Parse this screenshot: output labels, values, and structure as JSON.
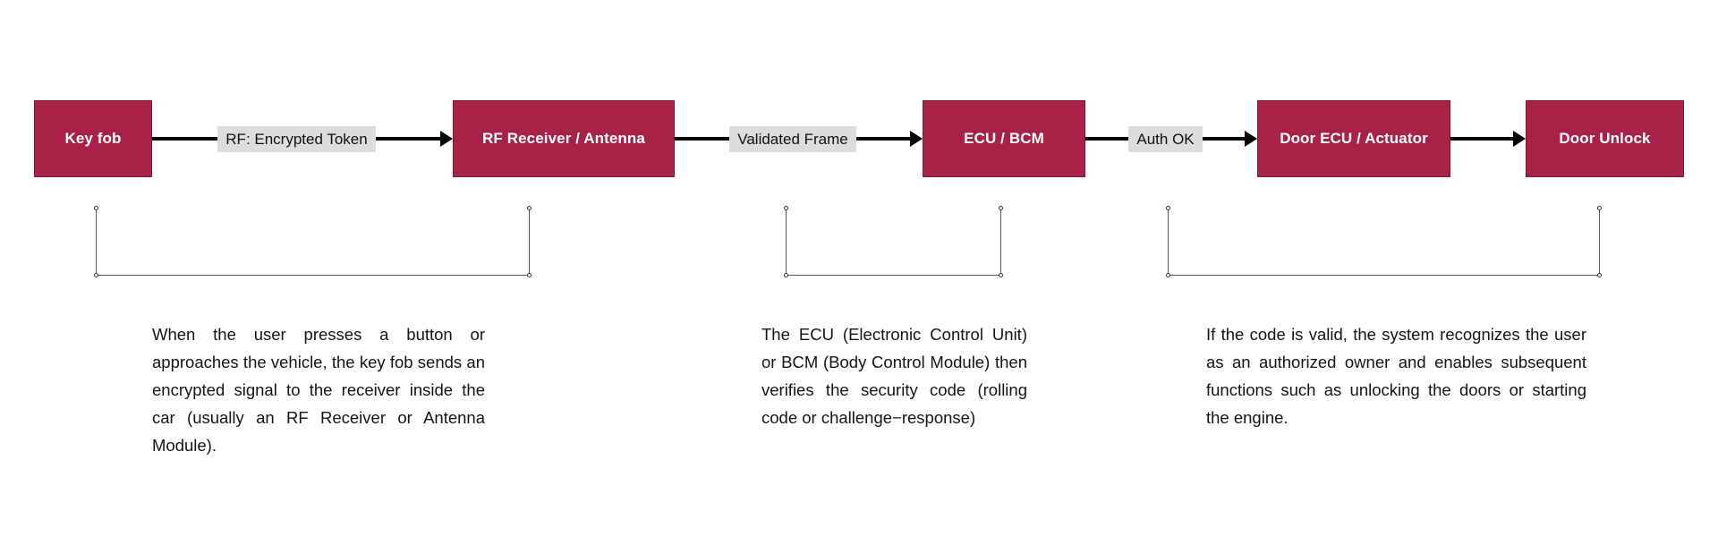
{
  "theme": {
    "node_fill": "#A82247",
    "node_text": "#FFFFFF",
    "chip_fill": "#DDDDDD",
    "chip_text": "#111111",
    "arrow_color": "#000000",
    "bracket_color": "#555555",
    "page_background": "#FFFFFF",
    "note_text": "#141414"
  },
  "flow": {
    "nodes": [
      {
        "id": "key-fob",
        "label": "Key fob"
      },
      {
        "id": "rf-receiver",
        "label": "RF Receiver / Antenna"
      },
      {
        "id": "ecu-bcm",
        "label": "ECU / BCM"
      },
      {
        "id": "door-ecu",
        "label": "Door ECU / Actuator"
      },
      {
        "id": "door-unlock",
        "label": "Door Unlock"
      }
    ],
    "connectors": [
      {
        "id": "conn-1",
        "label": "RF: Encrypted Token",
        "from": "key-fob",
        "to": "rf-receiver"
      },
      {
        "id": "conn-2",
        "label": "Validated Frame",
        "from": "rf-receiver",
        "to": "ecu-bcm"
      },
      {
        "id": "conn-3",
        "label": "Auth OK",
        "from": "ecu-bcm",
        "to": "door-ecu"
      },
      {
        "id": "conn-4",
        "label": "",
        "from": "door-ecu",
        "to": "door-unlock"
      }
    ]
  },
  "notes": [
    {
      "id": "note-1",
      "spans": "key-fob..rf-receiver",
      "text": "When the user presses a button or approaches the vehicle, the key fob sends an encrypted signal to the receiver inside the car (usually an RF Receiver or Antenna Module)."
    },
    {
      "id": "note-2",
      "spans": "ecu-bcm",
      "text": "The ECU (Electronic Control Unit) or BCM (Body Control Module) then verifies the security code (rolling code or challenge−response)"
    },
    {
      "id": "note-3",
      "spans": "door-ecu..door-unlock",
      "text": "If the code is valid, the system recognizes the user as an authorized owner and enables subsequent functions such as unlocking the doors or starting the engine."
    }
  ]
}
